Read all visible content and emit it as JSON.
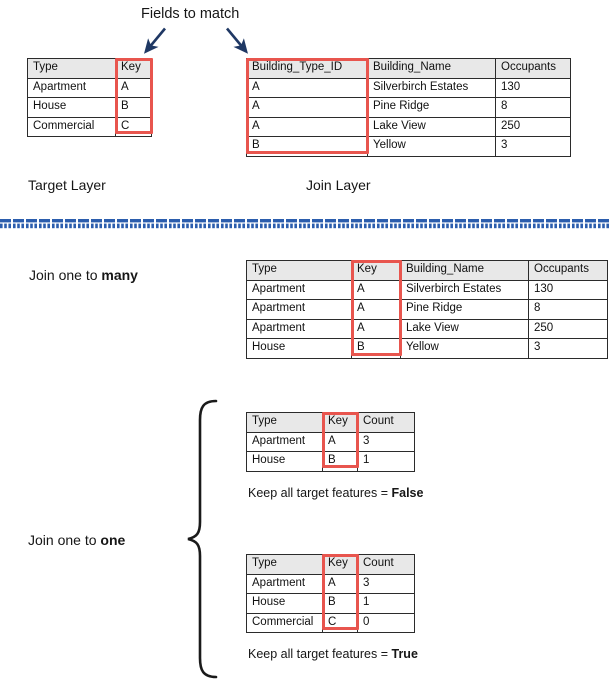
{
  "figure": {
    "title_annotation": "Fields to match",
    "target_layer_label": "Target Layer",
    "join_layer_label": "Join Layer",
    "join_one_to_many_prefix": "Join one to ",
    "join_one_to_many_emphasis": "many",
    "join_one_to_one_prefix": "Join one to ",
    "join_one_to_one_emphasis": "one",
    "keep_false_prefix": "Keep all target features = ",
    "keep_false_emphasis": "False",
    "keep_true_prefix": "Keep all target features = ",
    "keep_true_emphasis": "True"
  },
  "colors": {
    "highlight_red": "#e8554e",
    "header_gray": "#e8e8e8",
    "border_dark": "#2b2b2b",
    "arrow_navy": "#1f3864",
    "divider_blue": "#2b5dad",
    "text": "#161616"
  },
  "target_table": {
    "name": "Target Layer attribute table",
    "headers": [
      "Type",
      "Key"
    ],
    "rows": [
      [
        "Apartment",
        "A"
      ],
      [
        "House",
        "B"
      ],
      [
        "Commercial",
        "C"
      ]
    ],
    "highlight_column": "Key"
  },
  "join_table": {
    "name": "Join Layer attribute table",
    "headers": [
      "Building_Type_ID",
      "Building_Name",
      "Occupants"
    ],
    "rows": [
      [
        "A",
        "Silverbirch Estates",
        "130"
      ],
      [
        "A",
        "Pine Ridge",
        "8"
      ],
      [
        "A",
        "Lake View",
        "250"
      ],
      [
        "B",
        "Yellow",
        "3"
      ]
    ],
    "highlight_column": "Building_Type_ID"
  },
  "one_to_many_table": {
    "name": "Join one to many result table",
    "headers": [
      "Type",
      "Key",
      "Building_Name",
      "Occupants"
    ],
    "rows": [
      [
        "Apartment",
        "A",
        "Silverbirch Estates",
        "130"
      ],
      [
        "Apartment",
        "A",
        "Pine Ridge",
        "8"
      ],
      [
        "Apartment",
        "A",
        "Lake View",
        "250"
      ],
      [
        "House",
        "B",
        "Yellow",
        "3"
      ]
    ],
    "highlight_column": "Key"
  },
  "one_to_one_false_table": {
    "name": "Join one to one, keep all target features False",
    "headers": [
      "Type",
      "Key",
      "Count"
    ],
    "rows": [
      [
        "Apartment",
        "A",
        "3"
      ],
      [
        "House",
        "B",
        "1"
      ]
    ],
    "highlight_column": "Key"
  },
  "one_to_one_true_table": {
    "name": "Join one to one, keep all target features True",
    "headers": [
      "Type",
      "Key",
      "Count"
    ],
    "rows": [
      [
        "Apartment",
        "A",
        "3"
      ],
      [
        "House",
        "B",
        "1"
      ],
      [
        "Commercial",
        "C",
        "0"
      ]
    ],
    "highlight_column": "Key"
  },
  "icons": {
    "arrow_left": "arrow-down-left-icon",
    "arrow_right": "arrow-down-right-icon",
    "brace": "curly-brace-icon",
    "divider": "dashed-divider-icon"
  }
}
